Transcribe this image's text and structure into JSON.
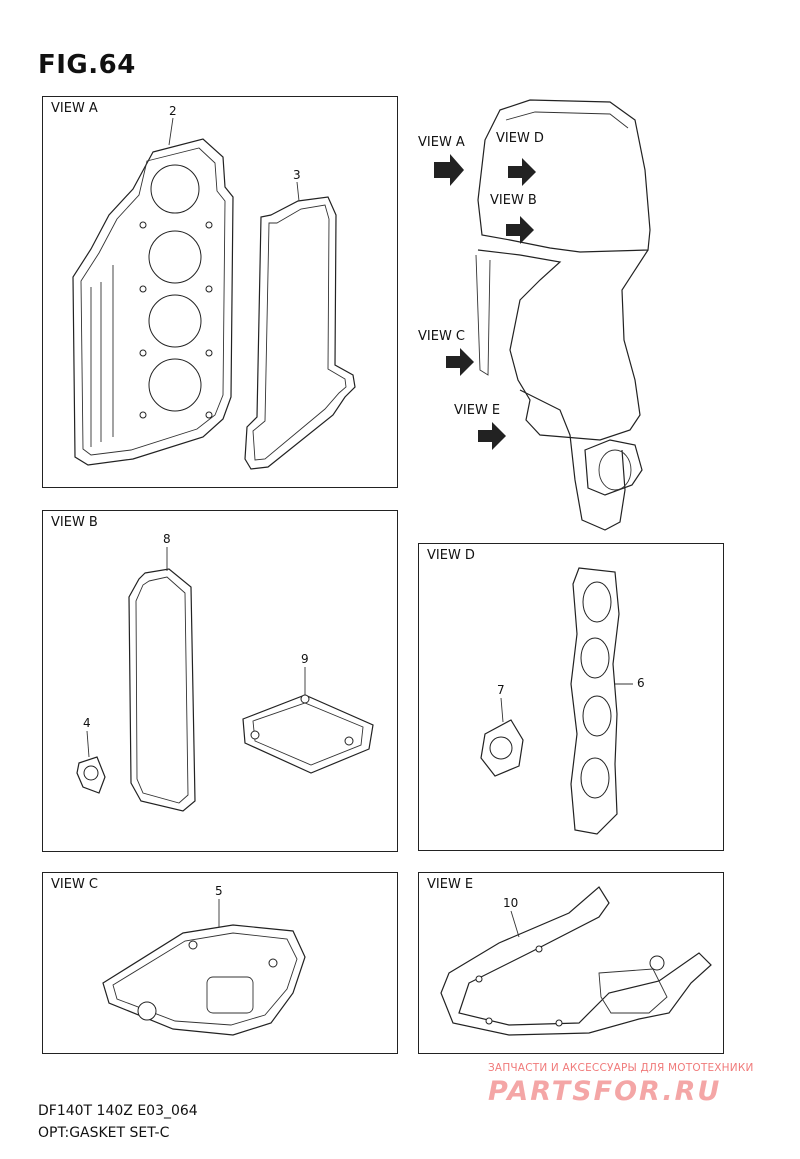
{
  "figure": {
    "title": "FIG.64"
  },
  "panels": {
    "view_a": {
      "label": "VIEW A",
      "callouts": [
        "2",
        "3"
      ]
    },
    "view_b": {
      "label": "VIEW B",
      "callouts": [
        "8",
        "9",
        "4"
      ]
    },
    "view_c": {
      "label": "VIEW C",
      "callouts": [
        "5"
      ]
    },
    "view_d": {
      "label": "VIEW D",
      "callouts": [
        "7",
        "6"
      ]
    },
    "view_e": {
      "label": "VIEW E",
      "callouts": [
        "10"
      ]
    }
  },
  "engine": {
    "view_labels": [
      "VIEW A",
      "VIEW D",
      "VIEW B",
      "VIEW C",
      "VIEW E"
    ]
  },
  "footer": {
    "model_code": "DF140T 140Z E03_064",
    "part_name": "OPT:GASKET SET-C"
  },
  "watermark": {
    "tagline": "ЗАПЧАСТИ И АКСЕССУАРЫ ДЛЯ МОТОТЕХНИКИ",
    "brand": "PARTSFOR.RU"
  },
  "colors": {
    "line": "#222222",
    "watermark": "#f07a7a"
  }
}
